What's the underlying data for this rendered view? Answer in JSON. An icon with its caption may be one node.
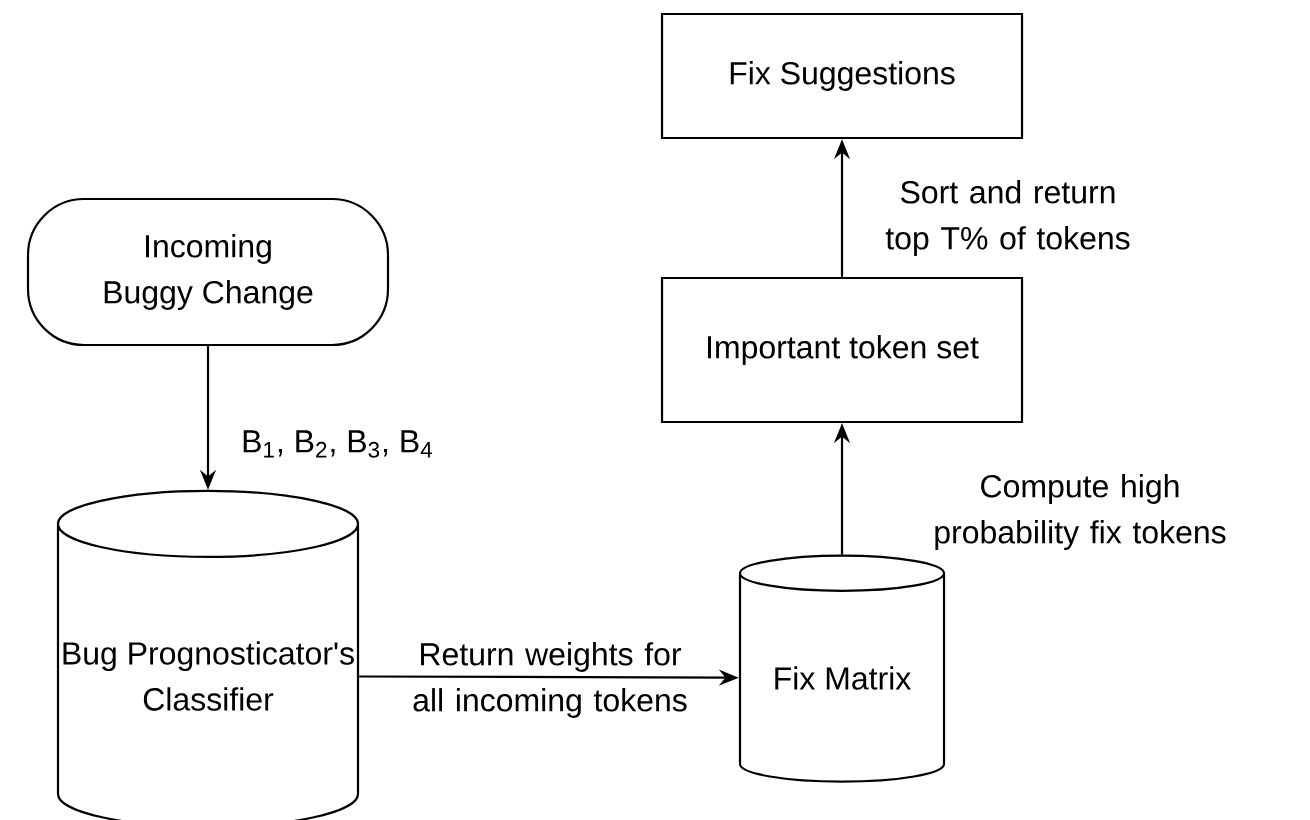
{
  "diagram": {
    "nodes": [
      {
        "text": [
          "Incoming Buggy Change"
        ]
      },
      {
        "text": [
          "Bug Prognosticator's Classifier"
        ]
      },
      {
        "text": [
          "Fix Matrix"
        ]
      },
      {
        "text": [
          "Important token set"
        ]
      },
      {
        "text": [
          "Fix Suggestions"
        ]
      }
    ],
    "edges": [
      {
        "from": 0,
        "to": 1,
        "arrow": "to",
        "label": "B$_{1}$, B$_{2}$, B$_{3}$, B$_{4}$"
      },
      {
        "from": 1,
        "to": 2,
        "arrow": "to",
        "label": "Return weights for all incoming tokens"
      },
      {
        "from": 2,
        "to": 3,
        "arrow": "to",
        "label": "Compute high probability fix tokens"
      },
      {
        "from": 3,
        "to": 4,
        "arrow": "to",
        "label": "Sort and return top T% of tokens"
      }
    ]
  }
}
